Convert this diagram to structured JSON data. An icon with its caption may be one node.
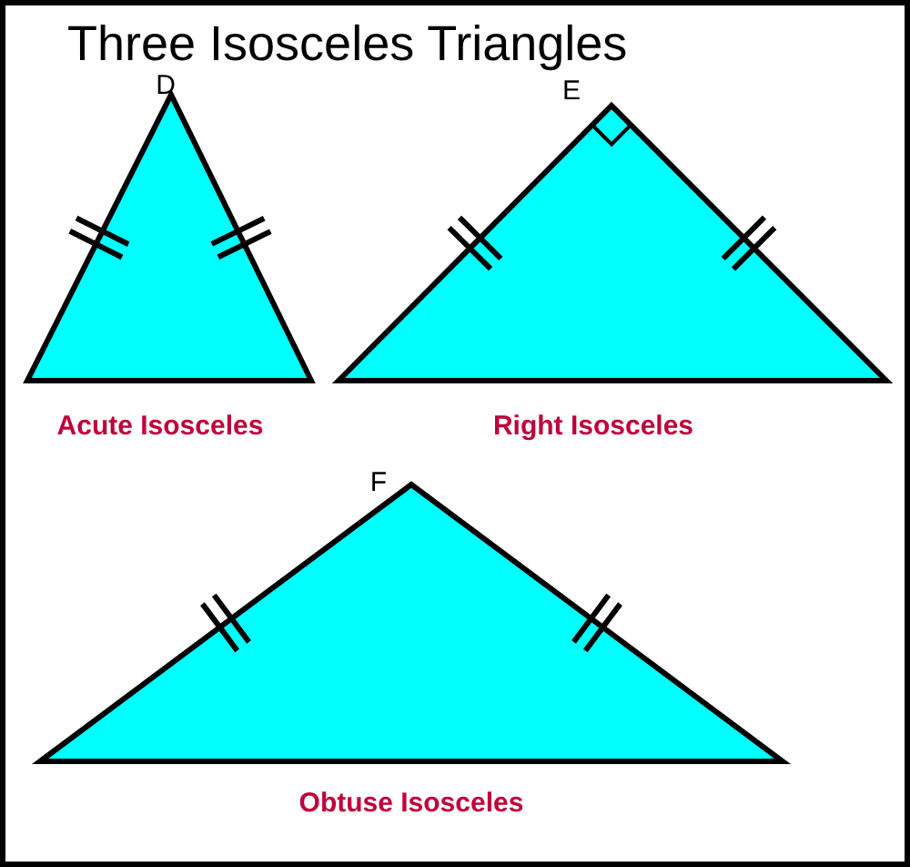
{
  "diagram": {
    "title": "Three Isosceles Triangles",
    "labels": [
      "D",
      "E",
      "F",
      "Acute Isosceles",
      "Right Isosceles",
      "Obtuse Isosceles"
    ]
  }
}
